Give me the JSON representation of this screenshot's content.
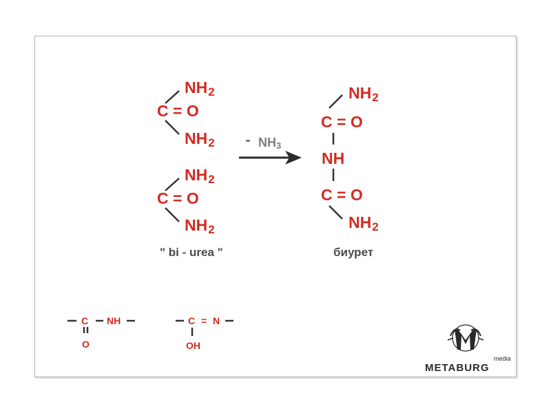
{
  "left": {
    "nh2": "NH",
    "nh2_sub": "2",
    "co": "C = O",
    "caption": "\" bi - urea \""
  },
  "reagent": {
    "minus": "-",
    "formula": "NH",
    "sub": "3"
  },
  "right": {
    "nh2": "NH",
    "nh2_sub": "2",
    "co": "C = O",
    "nh": "NH",
    "caption": "биурет"
  },
  "tautomers": {
    "amide": {
      "c": "C",
      "nh": "NH",
      "o": "O"
    },
    "imidic": {
      "c": "C",
      "eq": "=",
      "n": "N",
      "oh": "OH"
    }
  },
  "logo": {
    "brand": "METABURG",
    "tag": "media",
    "icon": "metaburg-emblem-icon"
  },
  "colors": {
    "atoms": "#d42a20",
    "bonds": "#333333",
    "caption": "#4a4a4a",
    "reagent": "#7d7d7d"
  }
}
